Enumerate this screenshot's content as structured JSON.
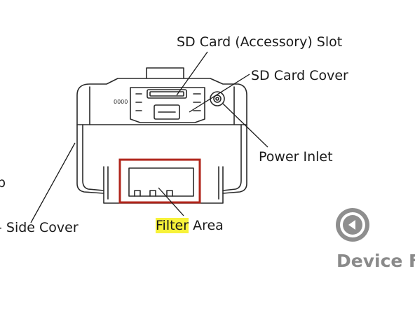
{
  "labels": {
    "sd_card_slot": "SD Card (Accessory) Slot",
    "sd_card_cover": "SD Card Cover",
    "power_inlet": "Power Inlet",
    "side_cover": "Side Cover",
    "filter_area_highlight": "Filter",
    "filter_area_rest": " Area",
    "left_fragment": "p",
    "device_marking": "0000"
  },
  "nav": {
    "title": "Device Fe",
    "back_icon": "chevron-left-icon"
  },
  "colors": {
    "highlight_box": "#b0251b",
    "text_highlight": "#f7f23a",
    "nav_gray": "#8e8e8e"
  }
}
